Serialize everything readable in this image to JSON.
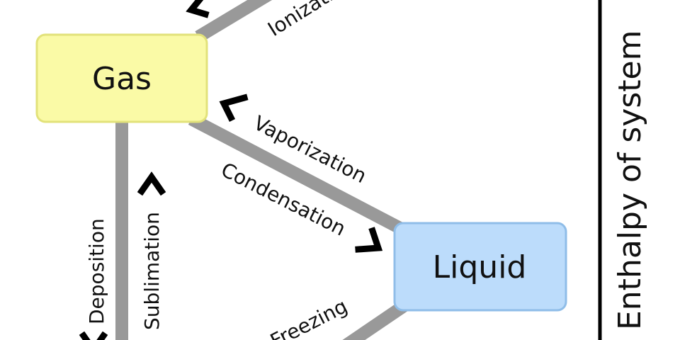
{
  "diagram": {
    "nodes": {
      "gas": {
        "label": "Gas",
        "fill": "#fafaa6",
        "stroke": "#e2e27a"
      },
      "liquid": {
        "label": "Liquid",
        "fill": "#bcdcfb",
        "stroke": "#8fbde8"
      }
    },
    "edge_color": "#999999",
    "arrow_color": "#000000",
    "edges": {
      "gas_plasma": {
        "forward_label": "Ionization"
      },
      "gas_liquid": {
        "up_label": "Vaporization",
        "down_label": "Condensation"
      },
      "gas_solid": {
        "down_label": "Deposition",
        "up_label": "Sublimation"
      },
      "liquid_solid": {
        "down_label": "Freezing"
      }
    },
    "axis": {
      "label": "Enthalpy of system"
    }
  }
}
